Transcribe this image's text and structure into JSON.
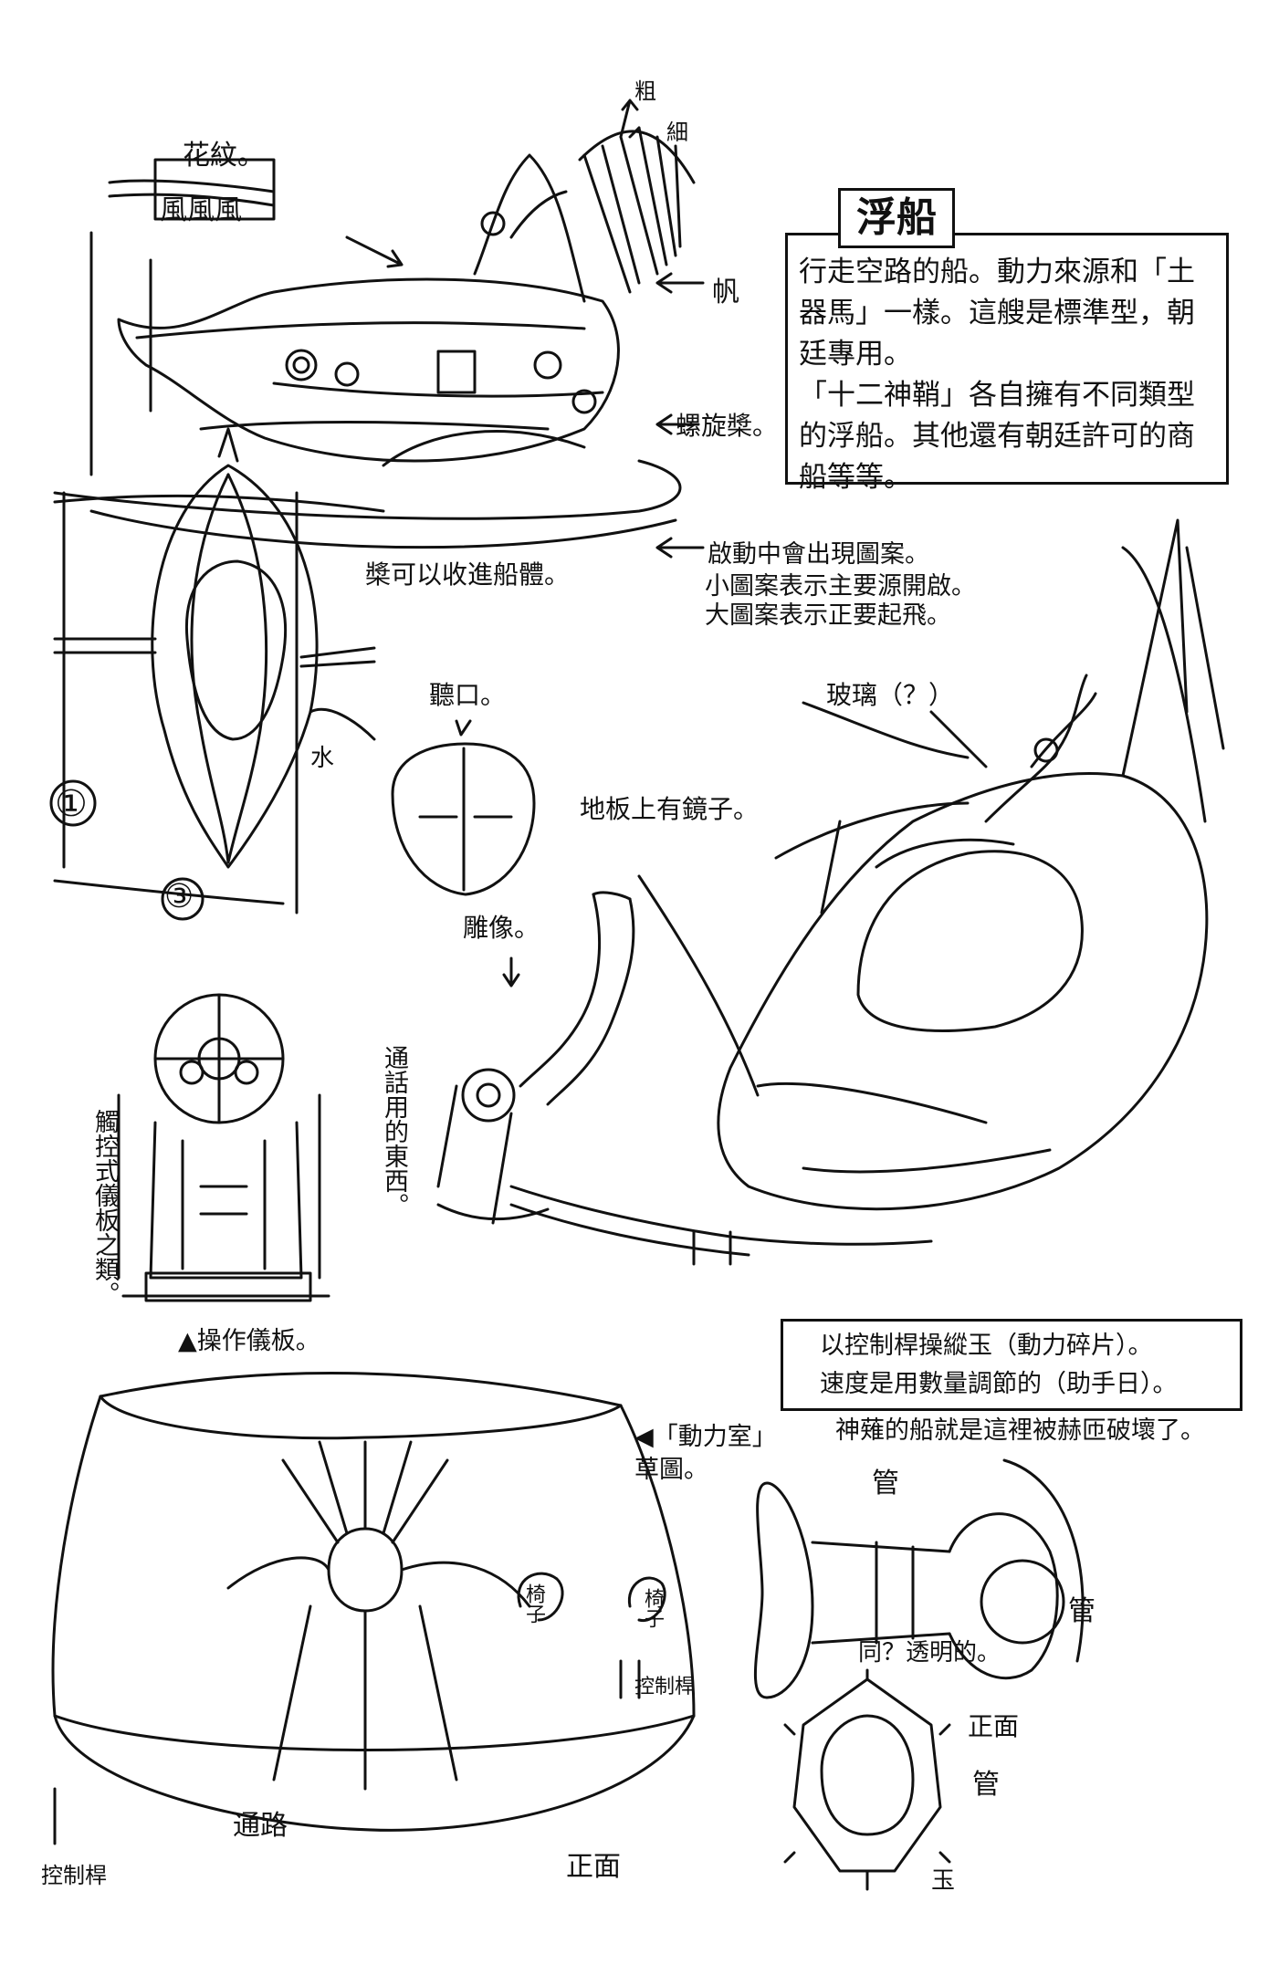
{
  "annotations": {
    "pattern": "花紋。",
    "pattern_sample": "風風風",
    "coarse": "粗",
    "fine": "細",
    "sail": "帆",
    "propeller": "螺旋槳。",
    "retract": "槳可以收進船體。",
    "activation_1": "啟動中會出現圖案。",
    "activation_2": "小圖案表示主要源開啟。",
    "activation_3": "大圖案表示正要起飛。",
    "num_1": "①",
    "num_3": "③",
    "water": "水",
    "earpiece": "聽口。",
    "carving": "雕像。",
    "glass": "玻璃（？）",
    "mirror": "地板上有鏡子。",
    "comm": "通話用的東西。",
    "touch_panel": "觸控式儀板之類。",
    "operation_panel": "▲操作儀板。",
    "power_room": "◀「動力室」草圖。",
    "pipe_top": "管",
    "pipe_right": "管",
    "transparent": "同？透明的。",
    "front_right": "正面",
    "pipe_side": "管",
    "jade": "玉",
    "seat_1": "椅子",
    "seat_2": "椅子",
    "control_lever_mid": "控制桿",
    "passage": "通路",
    "control_lever_bottom": "控制桿",
    "front_bottom": "正面"
  },
  "info_box": {
    "title": "浮船",
    "lines": [
      "行走空路的船。動力來源和「土",
      "器馬」一樣。這艘是標準型，朝",
      "廷專用。",
      "「十二神鞘」各自擁有不同類型",
      "的浮船。其他還有朝廷許可的商",
      "船等等。"
    ]
  },
  "control_box": {
    "lines": [
      "以控制桿操縱玉（動力碎片）。",
      "速度是用數量調節的（助手日）。"
    ]
  },
  "note_bottom": "神薙的船就是這裡被赫匝破壞了。"
}
